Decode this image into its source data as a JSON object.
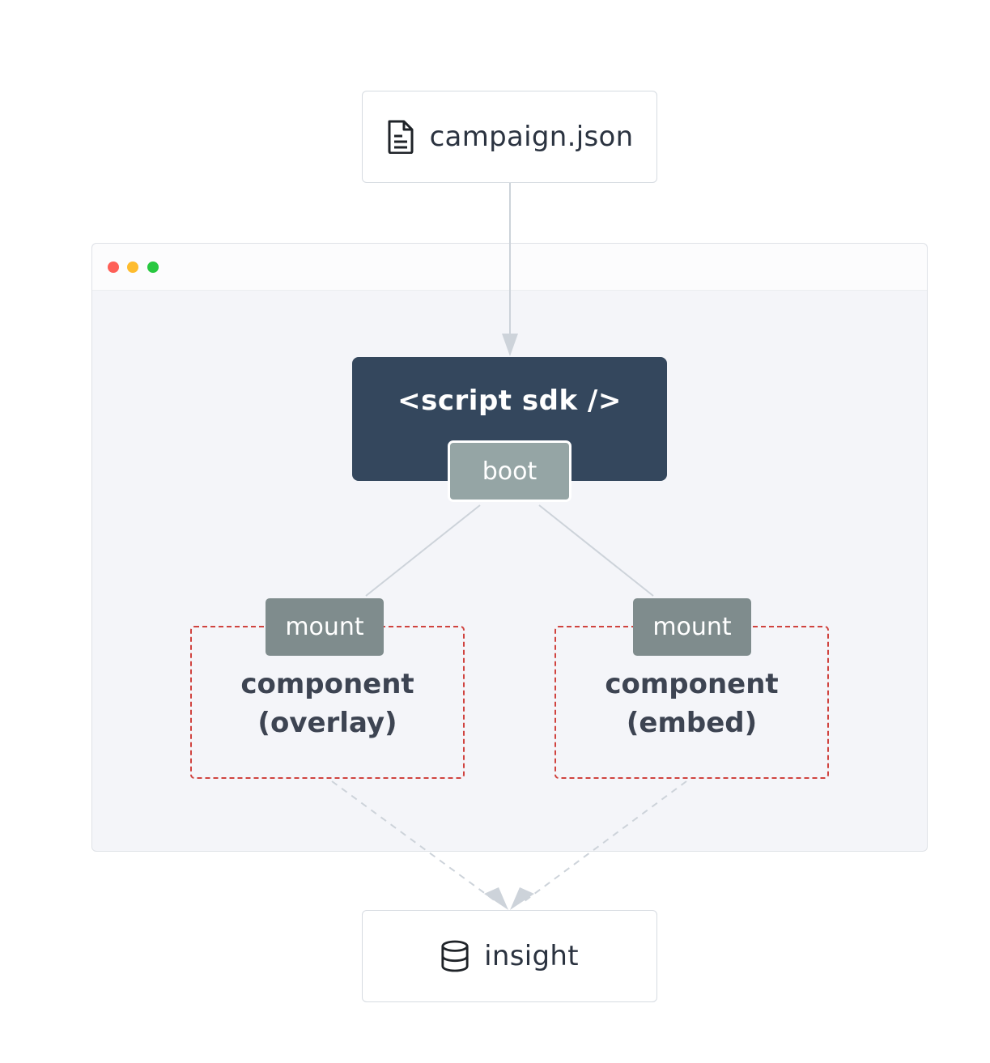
{
  "nodes": {
    "source": {
      "label": "campaign.json",
      "icon": "file-text-icon"
    },
    "sink": {
      "label": "insight",
      "icon": "database-icon"
    }
  },
  "browser": {
    "controls": [
      "close-dot",
      "minimize-dot",
      "maximize-dot"
    ],
    "colors": {
      "close": "#fe5f57",
      "minimize": "#febc2e",
      "maximize": "#28c840"
    }
  },
  "sdk": {
    "title": "<script sdk />",
    "tag": "boot",
    "color": "#34475d"
  },
  "components": [
    {
      "tag": "mount",
      "line1": "component",
      "line2": "(overlay)"
    },
    {
      "tag": "mount",
      "line1": "component",
      "line2": "(embed)"
    }
  ],
  "edges": [
    {
      "from": "campaign.json",
      "to": "<script sdk />",
      "style": "solid"
    },
    {
      "from": "boot",
      "to": "component (overlay)",
      "style": "solid"
    },
    {
      "from": "boot",
      "to": "component (embed)",
      "style": "solid"
    },
    {
      "from": "component (overlay)",
      "to": "insight",
      "style": "dashed"
    },
    {
      "from": "component (embed)",
      "to": "insight",
      "style": "dashed"
    }
  ]
}
